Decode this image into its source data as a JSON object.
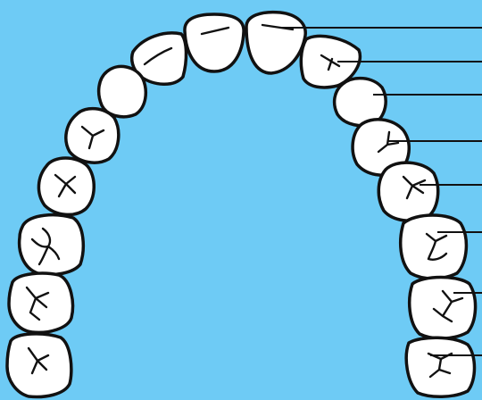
{
  "diagram": {
    "title": "",
    "colors": {
      "background": "#6ecbf5",
      "tooth_fill": "#ffffff",
      "outline": "#111111"
    },
    "teeth": [
      {
        "id": "right-central-incisor",
        "type": "incisor"
      },
      {
        "id": "right-lateral-incisor",
        "type": "incisor"
      },
      {
        "id": "right-canine",
        "type": "canine"
      },
      {
        "id": "right-first-premolar",
        "type": "premolar"
      },
      {
        "id": "right-second-premolar",
        "type": "premolar"
      },
      {
        "id": "right-first-molar",
        "type": "molar"
      },
      {
        "id": "right-second-molar",
        "type": "molar"
      },
      {
        "id": "right-third-molar",
        "type": "molar"
      },
      {
        "id": "left-central-incisor",
        "type": "incisor"
      },
      {
        "id": "left-lateral-incisor",
        "type": "incisor"
      },
      {
        "id": "left-canine",
        "type": "canine"
      },
      {
        "id": "left-first-premolar",
        "type": "premolar"
      },
      {
        "id": "left-second-premolar",
        "type": "premolar"
      },
      {
        "id": "left-first-molar",
        "type": "molar"
      },
      {
        "id": "left-second-molar",
        "type": "molar"
      },
      {
        "id": "left-third-molar",
        "type": "molar"
      }
    ],
    "label_lines": [
      {
        "points_to": "left-central-incisor",
        "label": ""
      },
      {
        "points_to": "left-lateral-incisor",
        "label": ""
      },
      {
        "points_to": "left-canine",
        "label": ""
      },
      {
        "points_to": "left-first-premolar",
        "label": ""
      },
      {
        "points_to": "left-second-premolar",
        "label": ""
      },
      {
        "points_to": "left-first-molar",
        "label": ""
      },
      {
        "points_to": "left-second-molar",
        "label": ""
      },
      {
        "points_to": "left-third-molar",
        "label": ""
      }
    ]
  }
}
